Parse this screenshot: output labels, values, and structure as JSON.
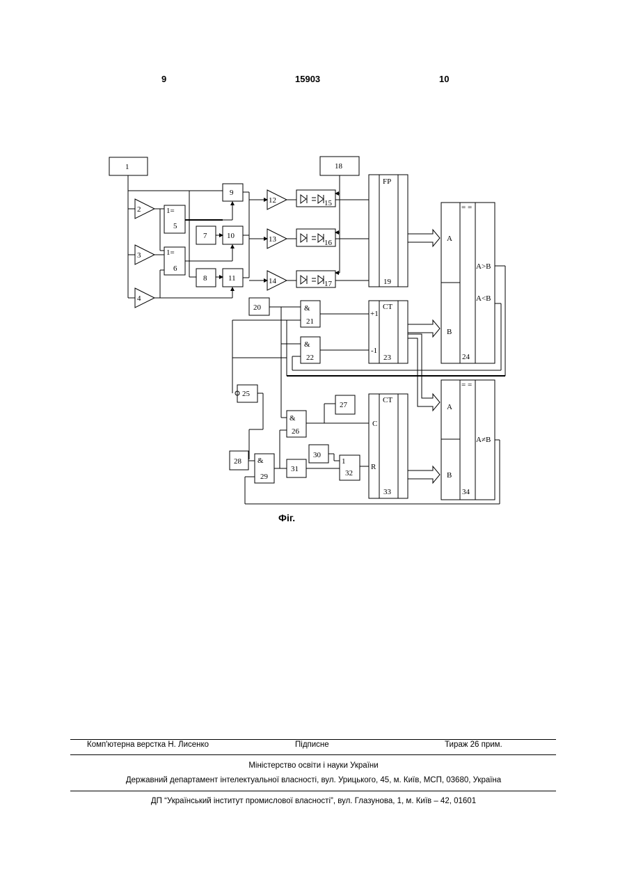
{
  "header": {
    "page_left": "9",
    "patent_number": "15903",
    "page_right": "10"
  },
  "figure": {
    "caption": "Фіг.",
    "blocks": {
      "b1": "1",
      "b2": "2",
      "b3": "3",
      "b4": "4",
      "b5": "5",
      "b6": "6",
      "b7": "7",
      "b8": "8",
      "b9": "9",
      "b10": "10",
      "b11": "11",
      "b12": "12",
      "b13": "13",
      "b14": "14",
      "b15": "15",
      "b16": "16",
      "b17": "17",
      "b18": "18",
      "b19": "19",
      "b20": "20",
      "b21": "21",
      "b22": "22",
      "b23": "23",
      "b24": "24",
      "b25": "25",
      "b26": "26",
      "b27": "27",
      "b28": "28",
      "b29": "29",
      "b30": "30",
      "b31": "31",
      "b32": "32",
      "b33": "33",
      "b34": "34"
    },
    "xor_label": "1=",
    "and_label": "&",
    "or_label": "1",
    "fp_label": "FP",
    "ct_label": "CT",
    "plus1": "+1",
    "minus1": "-1",
    "input_c": "C",
    "input_r": "R",
    "input_a": "A",
    "input_b": "B",
    "cmp_header": "= =",
    "a_gt_b": "A>B",
    "a_lt_b": "A<B",
    "a_ne_b": "A≠B"
  },
  "footer": {
    "typesetting": "Комп'ютерна верстка Н. Лисенко",
    "signed": "Підписне",
    "circulation": "Тираж 26 прим.",
    "ministry": "Міністерство освіти і науки України",
    "department": "Державний департамент інтелектуальної власності, вул. Урицького, 45, м. Київ, МСП, 03680, Україна",
    "institute": "ДП “Український інститут промислової власності”, вул. Глазунова, 1, м. Київ – 42, 01601"
  }
}
